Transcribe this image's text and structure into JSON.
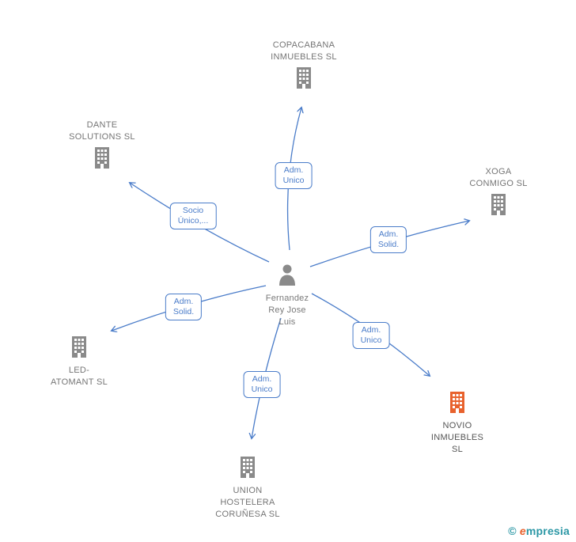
{
  "person": {
    "lines": [
      "Fernandez",
      "Rey Jose",
      "Luis"
    ]
  },
  "companies": {
    "copacabana": {
      "lines": [
        "COPACABANA",
        "INMUEBLES  SL"
      ]
    },
    "dante": {
      "lines": [
        "DANTE",
        "SOLUTIONS SL"
      ]
    },
    "xoga": {
      "lines": [
        "XOGA",
        "CONMIGO SL"
      ]
    },
    "led": {
      "lines": [
        "LED-",
        "ATOMANT  SL"
      ]
    },
    "novio": {
      "lines": [
        "NOVIO",
        "INMUEBLES",
        "SL"
      ],
      "highlighted": true
    },
    "union": {
      "lines": [
        "UNION",
        "HOSTELERA",
        "CORUÑESA  SL"
      ]
    }
  },
  "edge_labels": {
    "copacabana": [
      "Adm.",
      "Unico"
    ],
    "dante": [
      "Socio",
      "Único,..."
    ],
    "xoga": [
      "Adm.",
      "Solid."
    ],
    "led": [
      "Adm.",
      "Solid."
    ],
    "novio": [
      "Adm.",
      "Unico"
    ],
    "union": [
      "Adm.",
      "Unico"
    ]
  },
  "watermark": {
    "symbol": "©",
    "brand_first": "e",
    "brand_rest": "mpresia"
  },
  "colors": {
    "edge_blue": "#4a7cc9",
    "icon_gray": "#8a8a8a",
    "label_gray": "#757575",
    "highlight_orange": "#e8622d",
    "novio_text": "#555555",
    "teal": "#2b97a5"
  }
}
